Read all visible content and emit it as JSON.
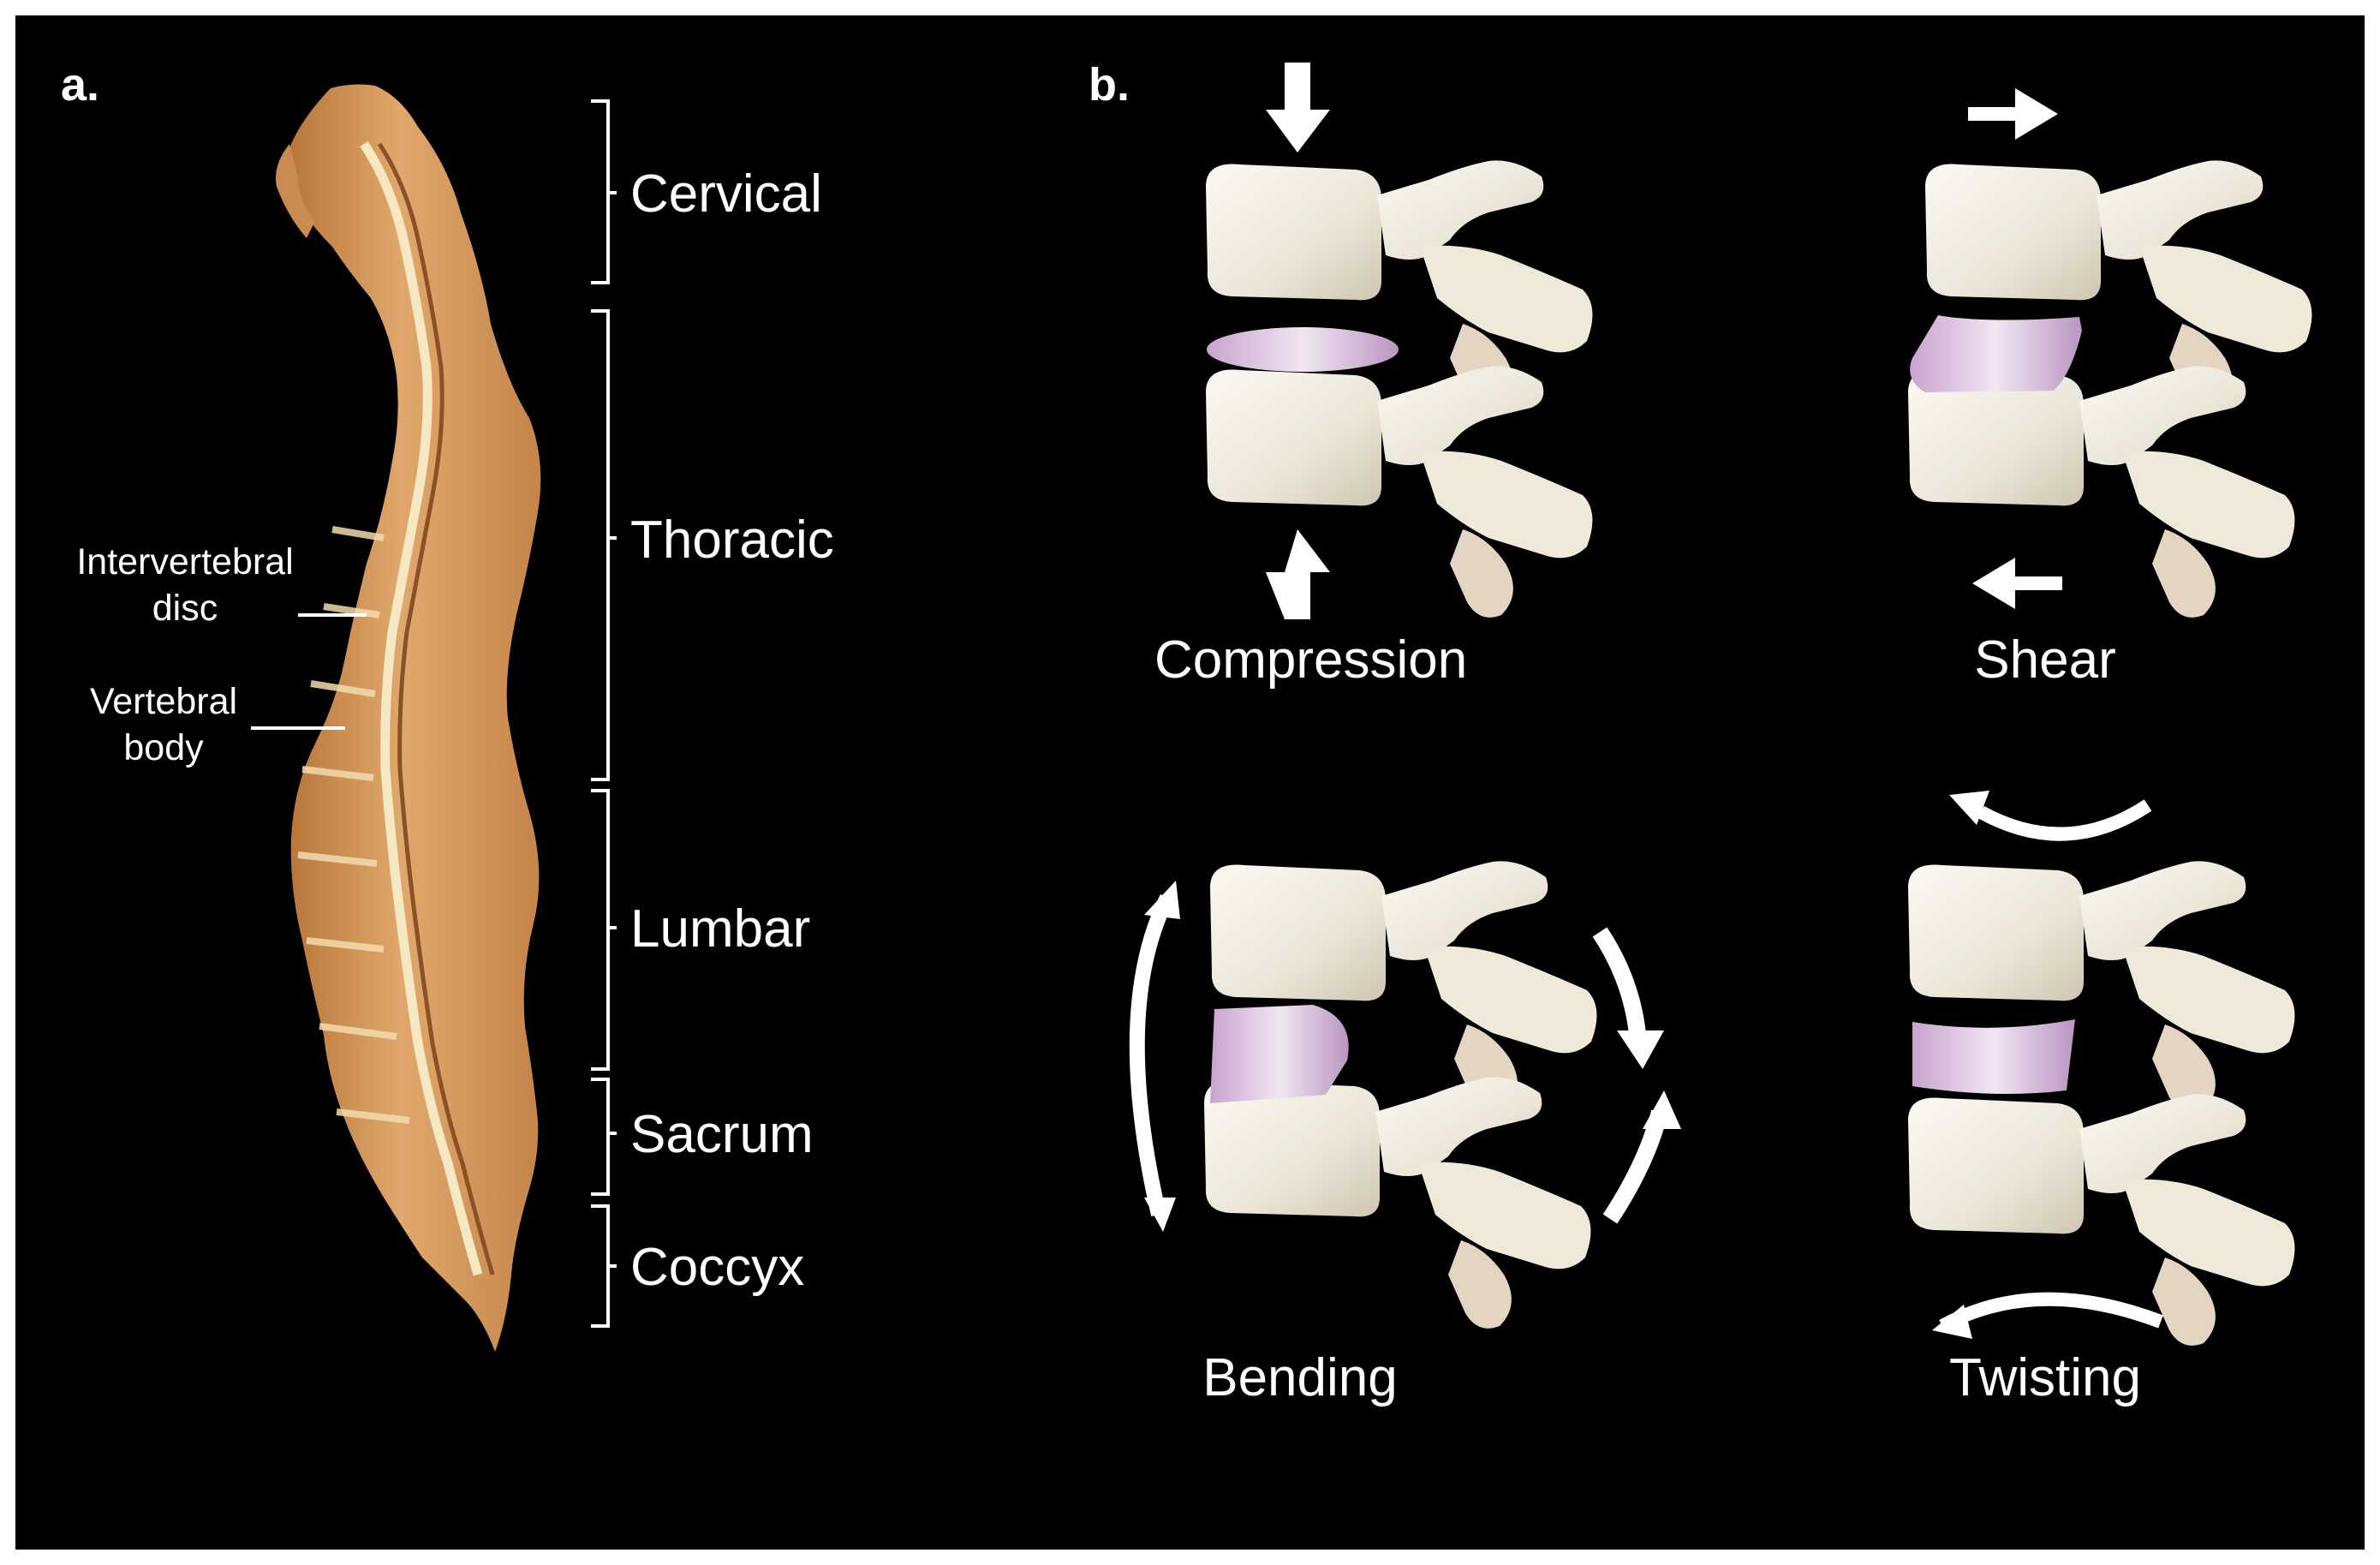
{
  "panel_a": {
    "label": "a.",
    "regions": [
      {
        "name": "Cervical"
      },
      {
        "name": "Thoracic"
      },
      {
        "name": "Lumbar"
      },
      {
        "name": "Sacrum"
      },
      {
        "name": "Coccyx"
      }
    ],
    "annotations": {
      "disc_line1": "Intervertebral",
      "disc_line2": "disc",
      "body_line1": "Vertebral",
      "body_line2": "body"
    }
  },
  "panel_b": {
    "label": "b.",
    "loads": {
      "compression": "Compression",
      "shear": "Shear",
      "bending": "Bending",
      "twisting": "Twisting"
    }
  },
  "colors": {
    "background": "#000000",
    "bone": "#ece8dc",
    "disc": "#d4b8d8",
    "specimen": "#d9a064",
    "text": "#ffffff"
  }
}
